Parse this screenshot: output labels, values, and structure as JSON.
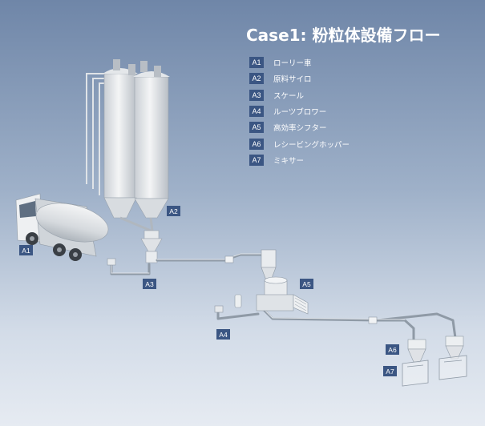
{
  "title": "Case1: 粉粒体設備フロー",
  "legend": [
    {
      "code": "A1",
      "label": "ローリー車"
    },
    {
      "code": "A2",
      "label": "原料サイロ"
    },
    {
      "code": "A3",
      "label": "スケール"
    },
    {
      "code": "A4",
      "label": "ルーツブロワー"
    },
    {
      "code": "A5",
      "label": "高効率シフター"
    },
    {
      "code": "A6",
      "label": "レシービングホッパー"
    },
    {
      "code": "A7",
      "label": "ミキサー"
    }
  ],
  "tags": {
    "A1": "A1",
    "A2": "A2",
    "A3": "A3",
    "A4": "A4",
    "A5": "A5",
    "A6": "A6",
    "A7": "A7"
  },
  "colors": {
    "background_top": "#6f86a8",
    "background_bottom": "#e6ebf2",
    "label_box": "#3b5683",
    "equipment": "#e9ecef",
    "pipe": "#8f9aa6"
  }
}
